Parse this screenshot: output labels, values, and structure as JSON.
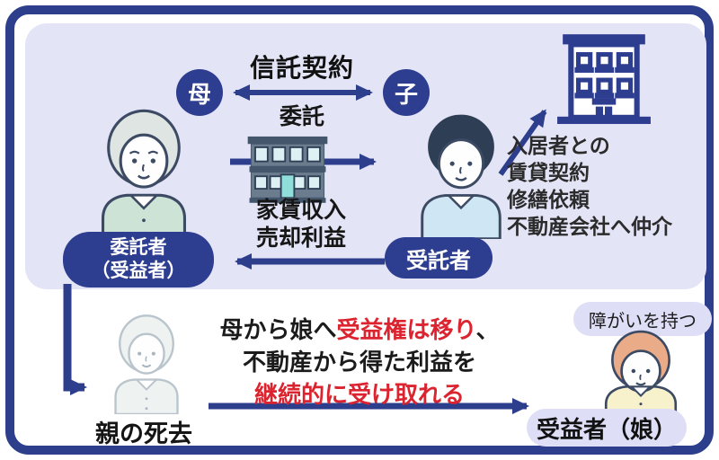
{
  "top": {
    "title": "信託契約",
    "mother_badge": "母",
    "child_badge": "子",
    "entrust_label": "委託",
    "income_line1": "家賃収入",
    "income_line2": "売却利益",
    "trustor_line1": "委託者",
    "trustor_line2": "（受益者）",
    "trustee": "受託者",
    "duties": [
      "入居者との",
      "賃貸契約",
      "修繕依頼",
      "不動産会社へ仲介"
    ]
  },
  "bottom": {
    "death_label": "親の死去",
    "line1_pre": "母から娘へ",
    "line1_red": "受益権は移り",
    "line1_post": "、",
    "line2": "不動産から得た利益を",
    "line3_red": "継続的に受け取れる",
    "disability": "障がいを持つ",
    "beneficiary": "受益者（娘）"
  },
  "colors": {
    "navy": "#2d3d8f",
    "frame_navy": "#2c3e8c",
    "panel_lavender": "#e4e4f7",
    "accent_red": "#dc2430",
    "pill_light": "#dedef6"
  }
}
